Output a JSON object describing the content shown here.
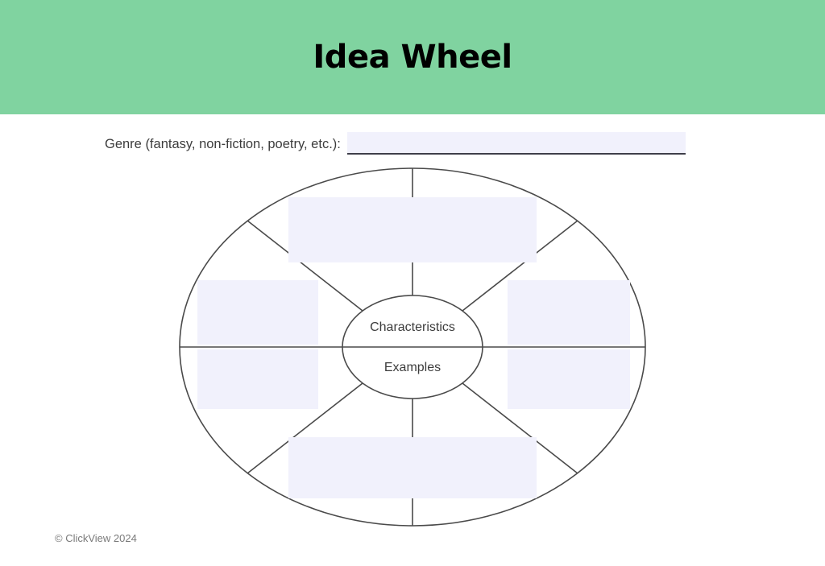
{
  "header": {
    "title": "Idea Wheel",
    "background_color": "#80d3a0"
  },
  "genre": {
    "label": "Genre (fantasy, non-fiction, poetry, etc.):",
    "value": "",
    "placeholder": ""
  },
  "wheel": {
    "hub": {
      "top_label": "Characteristics",
      "bottom_label": "Examples"
    },
    "sector_fields": [
      {
        "name": "top",
        "value": "",
        "placeholder": ""
      },
      {
        "name": "right-top",
        "value": "",
        "placeholder": ""
      },
      {
        "name": "right-bottom",
        "value": "",
        "placeholder": ""
      },
      {
        "name": "bottom",
        "value": "",
        "placeholder": ""
      },
      {
        "name": "left-bottom",
        "value": "",
        "placeholder": ""
      },
      {
        "name": "left-top",
        "value": "",
        "placeholder": ""
      }
    ],
    "field_color": "#f1f1fc",
    "line_color": "#4a4a4a"
  },
  "footer": {
    "copyright": "© ClickView 2024"
  }
}
